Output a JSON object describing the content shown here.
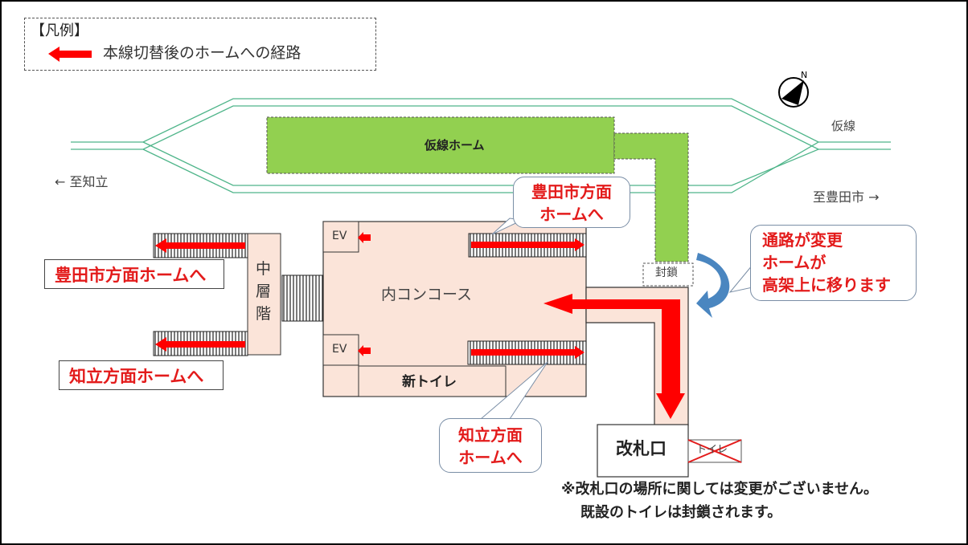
{
  "legend": {
    "title": "【凡例】",
    "route_label": "本線切替後のホームへの経路"
  },
  "compass": {
    "north_label": "N"
  },
  "tracks": {
    "temp_line_label": "仮線",
    "to_chiryu": "← 至知立",
    "to_toyotashi": "至豊田市 →"
  },
  "temp_platform": {
    "label": "仮線ホーム"
  },
  "closed_label": "封鎖",
  "mezzanine": {
    "chars": [
      "中",
      "層",
      "階"
    ]
  },
  "concourse": {
    "label": "内コンコース",
    "ev_top": "EV",
    "ev_bottom": "EV",
    "new_toilet": "新トイレ"
  },
  "ticket_gate": {
    "label": "改札口"
  },
  "old_toilet": {
    "label": "トイレ"
  },
  "labels": {
    "to_toyota_platform": "豊田市方面ホームへ",
    "to_chiryu_platform": "知立方面ホームへ"
  },
  "bubbles": {
    "toyota": [
      "豊田市方面",
      "ホームへ"
    ],
    "chiryu": [
      "知立方面",
      "ホームへ"
    ],
    "change": [
      "通路が変更",
      "ホームが",
      "高架上に移ります"
    ]
  },
  "notes": [
    "※改札口の場所に関しては変更がございません。",
    "既設のトイレは封鎖されます。"
  ],
  "colors": {
    "route_red": "#ff0000",
    "label_red": "#e31b1b",
    "track_green": "#4fb58a",
    "platform_green": "#92d050",
    "concourse_fill": "#fbe4d9",
    "curve_arrow_blue": "#4a86c0"
  }
}
